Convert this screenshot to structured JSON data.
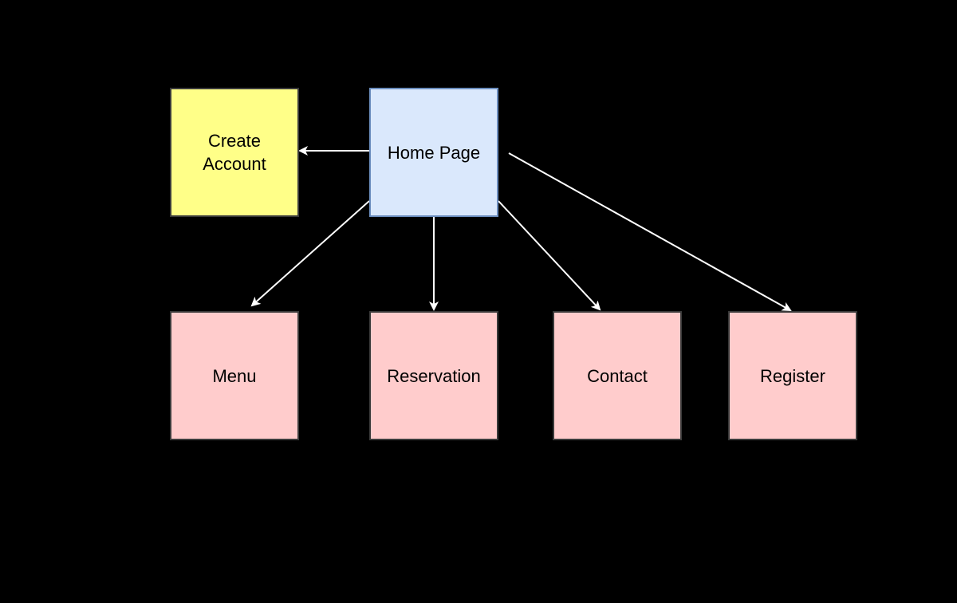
{
  "diagram": {
    "background": "#000000",
    "edge_color": "#ffffff",
    "nodes": {
      "home": {
        "label": "Home Page",
        "fill": "#dae8fc"
      },
      "create_account": {
        "label": "Create\nAccount",
        "fill": "#ffff88"
      },
      "menu": {
        "label": "Menu",
        "fill": "#ffcccc"
      },
      "reservation": {
        "label": "Reservation",
        "fill": "#ffcccc"
      },
      "contact": {
        "label": "Contact",
        "fill": "#ffcccc"
      },
      "register": {
        "label": "Register",
        "fill": "#ffcccc"
      }
    },
    "edges": [
      {
        "from": "home",
        "to": "create_account"
      },
      {
        "from": "home",
        "to": "menu"
      },
      {
        "from": "home",
        "to": "reservation"
      },
      {
        "from": "home",
        "to": "contact"
      },
      {
        "from": "home",
        "to": "register"
      }
    ]
  }
}
